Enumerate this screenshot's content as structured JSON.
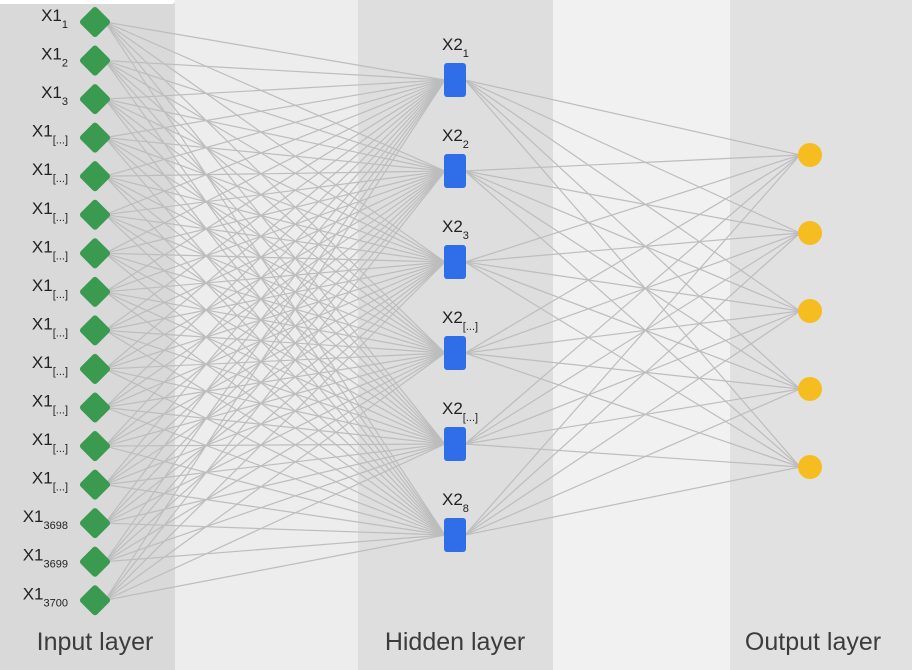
{
  "layers": {
    "input": {
      "label": "Input layer",
      "node_color": "#3a9a4f",
      "nodes": [
        {
          "base": "X1",
          "sub": "1"
        },
        {
          "base": "X1",
          "sub": "2"
        },
        {
          "base": "X1",
          "sub": "3"
        },
        {
          "base": "X1",
          "sub": "[...]"
        },
        {
          "base": "X1",
          "sub": "[...]"
        },
        {
          "base": "X1",
          "sub": "[...]"
        },
        {
          "base": "X1",
          "sub": "[...]"
        },
        {
          "base": "X1",
          "sub": "[...]"
        },
        {
          "base": "X1",
          "sub": "[...]"
        },
        {
          "base": "X1",
          "sub": "[...]"
        },
        {
          "base": "X1",
          "sub": "[...]"
        },
        {
          "base": "X1",
          "sub": "[...]"
        },
        {
          "base": "X1",
          "sub": "[...]"
        },
        {
          "base": "X1",
          "sub": "3698"
        },
        {
          "base": "X1",
          "sub": "3699"
        },
        {
          "base": "X1",
          "sub": "3700"
        }
      ]
    },
    "hidden": {
      "label": "Hidden layer",
      "node_color": "#2f6ee8",
      "nodes": [
        {
          "base": "X2",
          "sub": "1"
        },
        {
          "base": "X2",
          "sub": "2"
        },
        {
          "base": "X2",
          "sub": "3"
        },
        {
          "base": "X2",
          "sub": "[...]"
        },
        {
          "base": "X2",
          "sub": "[...]"
        },
        {
          "base": "X2",
          "sub": "8"
        }
      ]
    },
    "output": {
      "label": "Output layer",
      "node_color": "#f5bd1f",
      "node_count": 5
    }
  },
  "edge_color": "#bdbdbd"
}
